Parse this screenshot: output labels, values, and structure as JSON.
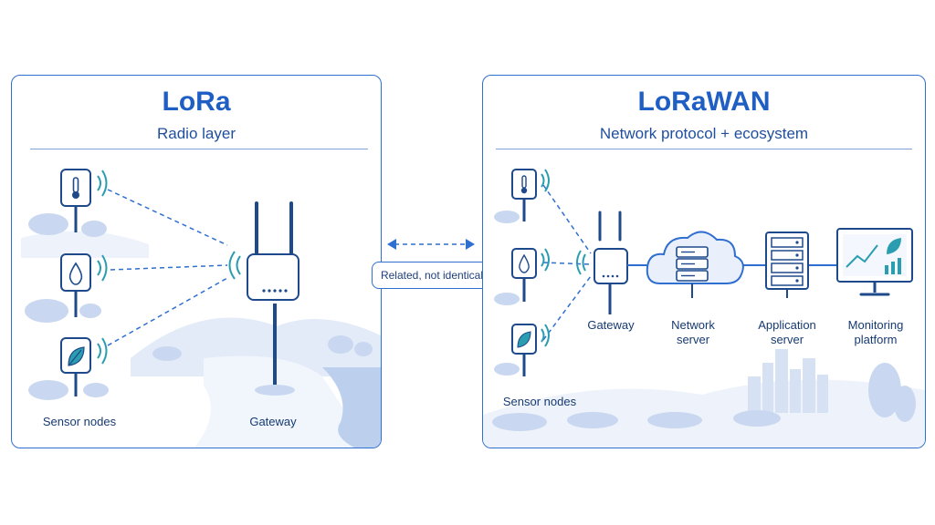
{
  "lora": {
    "title": "LoRa",
    "subtitle": "Radio layer",
    "sensor_label": "Sensor nodes",
    "gateway_label": "Gateway"
  },
  "link": {
    "label": "Related, not identical"
  },
  "lorawan": {
    "title": "LoRaWAN",
    "subtitle": "Network protocol + ecosystem",
    "sensor_label": "Sensor nodes",
    "gateway_label": "Gateway",
    "network_server_label": [
      "Network",
      "server"
    ],
    "app_server_label": [
      "Application",
      "server"
    ],
    "monitoring_label": [
      "Monitoring",
      "platform"
    ]
  },
  "sensor_icons": [
    "thermometer-icon",
    "water-drop-icon",
    "leaf-icon"
  ],
  "colors": {
    "accent": "#1f5fc4",
    "border": "#2f6fd0",
    "signal": "#2a9db0",
    "scenery": "#c9d8f0"
  }
}
